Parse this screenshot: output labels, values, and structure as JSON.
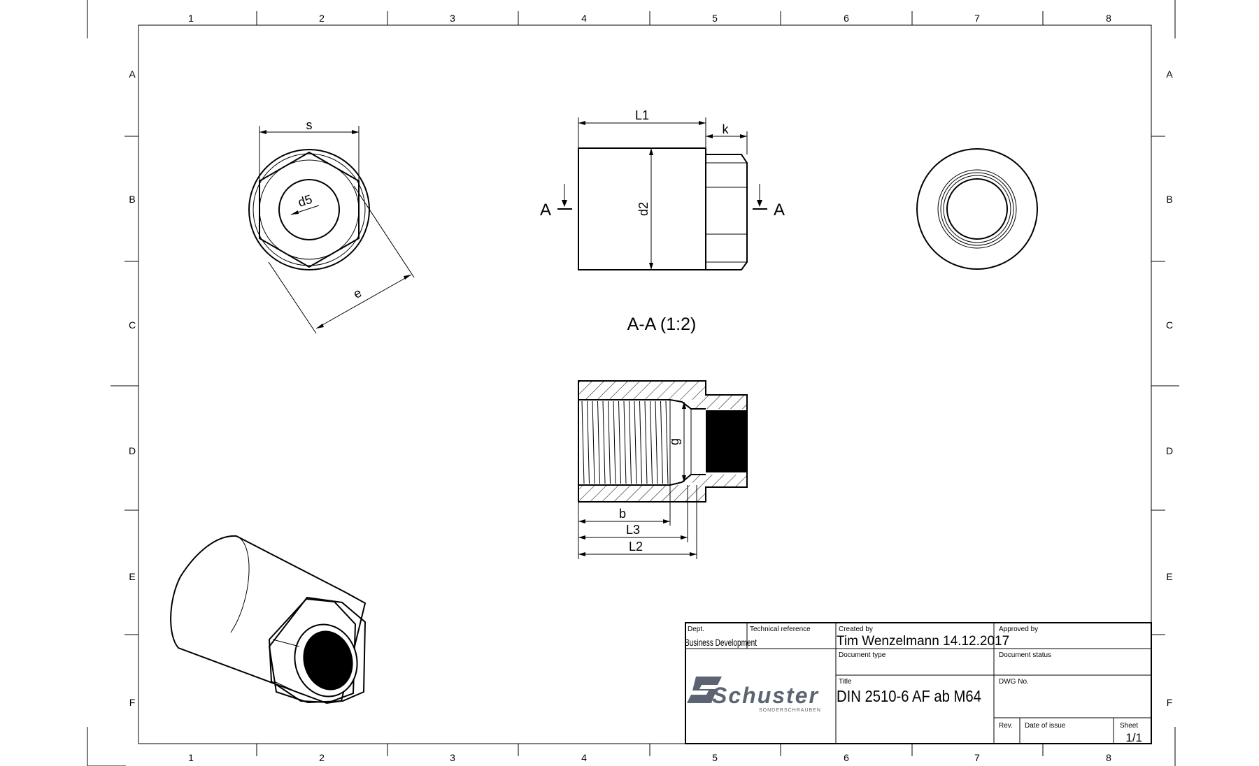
{
  "border": {
    "cols": [
      "1",
      "2",
      "3",
      "4",
      "5",
      "6",
      "7",
      "8"
    ],
    "rows": [
      "A",
      "B",
      "C",
      "D",
      "E",
      "F"
    ]
  },
  "views": {
    "front": {
      "dim_s": "s",
      "dim_d5": "d5",
      "dim_e": "e"
    },
    "side": {
      "dim_l1": "L1",
      "dim_k": "k",
      "dim_d2": "d2",
      "cut_left": "A",
      "cut_right": "A"
    },
    "section": {
      "label": "A-A (1:2)",
      "dim_g": "g",
      "dim_b": "b",
      "dim_l3": "L3",
      "dim_l2": "L2"
    }
  },
  "title_block": {
    "dept_label": "Dept.",
    "dept_value": "Business Development",
    "tech_ref_label": "Technical reference",
    "created_by_label": "Created by",
    "created_by_value": "Tim Wenzelmann 14.12.2017",
    "approved_by_label": "Approved by",
    "doc_type_label": "Document type",
    "doc_status_label": "Document status",
    "title_label": "Title",
    "title_value": "DIN 2510-6 AF ab M64",
    "dwg_no_label": "DWG No.",
    "rev_label": "Rev.",
    "date_issue_label": "Date of issue",
    "sheet_label": "Sheet",
    "sheet_value": "1/1",
    "logo_text": "Schuster",
    "logo_subtext": "SONDERSCHRAUBEN"
  },
  "colors": {
    "ink": "#000000",
    "paper": "#ffffff",
    "logo": "#5b6470"
  }
}
